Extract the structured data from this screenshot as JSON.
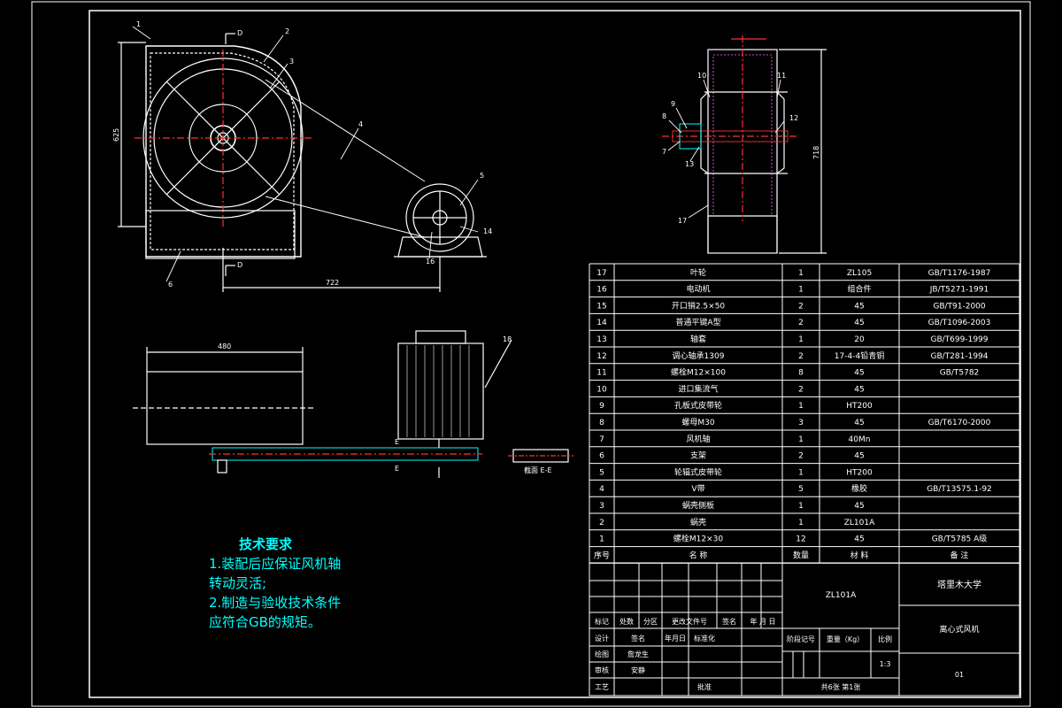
{
  "callouts": {
    "c1": "1",
    "c2": "2",
    "c3": "3",
    "c4": "4",
    "c5": "5",
    "c6": "6",
    "c7": "7",
    "c8": "8",
    "c9": "9",
    "c10": "10",
    "c11": "11",
    "c12": "12",
    "c13": "13",
    "c14": "14",
    "c16": "16",
    "c17": "17",
    "c18": "18"
  },
  "section_marks": {
    "d_top": "D",
    "d_bottom": "D",
    "e_top": "E",
    "e_bottom": "E"
  },
  "dimensions": {
    "front_height": "625",
    "center_distance": "722",
    "top_width": "480",
    "side_height": "718"
  },
  "section_label": "截面 E-E",
  "tech_requirements": {
    "title": "技术要求",
    "line1": "1.装配后应保证风机轴",
    "line2": "转动灵活;",
    "line3": "2.制造与验收技术条件",
    "line4": "应符合GB的规矩。"
  },
  "bom": [
    {
      "no": "17",
      "name": "叶轮",
      "qty": "1",
      "material": "ZL105",
      "remark": "GB/T1176-1987"
    },
    {
      "no": "16",
      "name": "电动机",
      "qty": "1",
      "material": "组合件",
      "remark": "JB/T5271-1991"
    },
    {
      "no": "15",
      "name": "开口销2.5×50",
      "qty": "2",
      "material": "45",
      "remark": "GB/T91-2000"
    },
    {
      "no": "14",
      "name": "普通平键A型",
      "qty": "2",
      "material": "45",
      "remark": "GB/T1096-2003"
    },
    {
      "no": "13",
      "name": "轴套",
      "qty": "1",
      "material": "20",
      "remark": "GB/T699-1999"
    },
    {
      "no": "12",
      "name": "调心轴承1309",
      "qty": "2",
      "material": "17-4-4铅青铜",
      "remark": "GB/T281-1994"
    },
    {
      "no": "11",
      "name": "螺栓M12×100",
      "qty": "8",
      "material": "45",
      "remark": "GB/T5782"
    },
    {
      "no": "10",
      "name": "进口集流气",
      "qty": "2",
      "material": "45",
      "remark": ""
    },
    {
      "no": "9",
      "name": "孔板式皮带轮",
      "qty": "1",
      "material": "HT200",
      "remark": ""
    },
    {
      "no": "8",
      "name": "螺母M30",
      "qty": "3",
      "material": "45",
      "remark": "GB/T6170-2000"
    },
    {
      "no": "7",
      "name": "风机轴",
      "qty": "1",
      "material": "40Mn",
      "remark": ""
    },
    {
      "no": "6",
      "name": "支架",
      "qty": "2",
      "material": "45",
      "remark": ""
    },
    {
      "no": "5",
      "name": "轮辐式皮带轮",
      "qty": "1",
      "material": "HT200",
      "remark": ""
    },
    {
      "no": "4",
      "name": "V带",
      "qty": "5",
      "material": "橡胶",
      "remark": "GB/T13575.1-92"
    },
    {
      "no": "3",
      "name": "蜗壳侧板",
      "qty": "1",
      "material": "45",
      "remark": ""
    },
    {
      "no": "2",
      "name": "蜗壳",
      "qty": "1",
      "material": "ZL101A",
      "remark": ""
    },
    {
      "no": "1",
      "name": "螺栓M12×30",
      "qty": "12",
      "material": "45",
      "remark": "GB/T5785 A级"
    }
  ],
  "bom_header": {
    "no": "序号",
    "name": "名 称",
    "qty": "数量",
    "material": "材 料",
    "remark": "备 注"
  },
  "title_block": {
    "code": "ZL101A",
    "school": "塔里木大学",
    "drawing_name": "离心式风机",
    "drawing_no": "01",
    "mark": "标记",
    "count": "处数",
    "zone": "分区",
    "change_doc": "更改文件号",
    "sign": "签名",
    "date": "年 月 日",
    "design": "设计",
    "sign2": "签名",
    "date2": "年月日",
    "standard": "标准化",
    "draw": "绘图",
    "drawer": "詹龙生",
    "check": "审核",
    "checker": "安静",
    "process": "工艺",
    "approve": "批准",
    "stage_mark": "阶段记号",
    "weight": "重量（Kg）",
    "scale_label": "比例",
    "scale": "1:3",
    "sheets": "共6张 第1张"
  }
}
